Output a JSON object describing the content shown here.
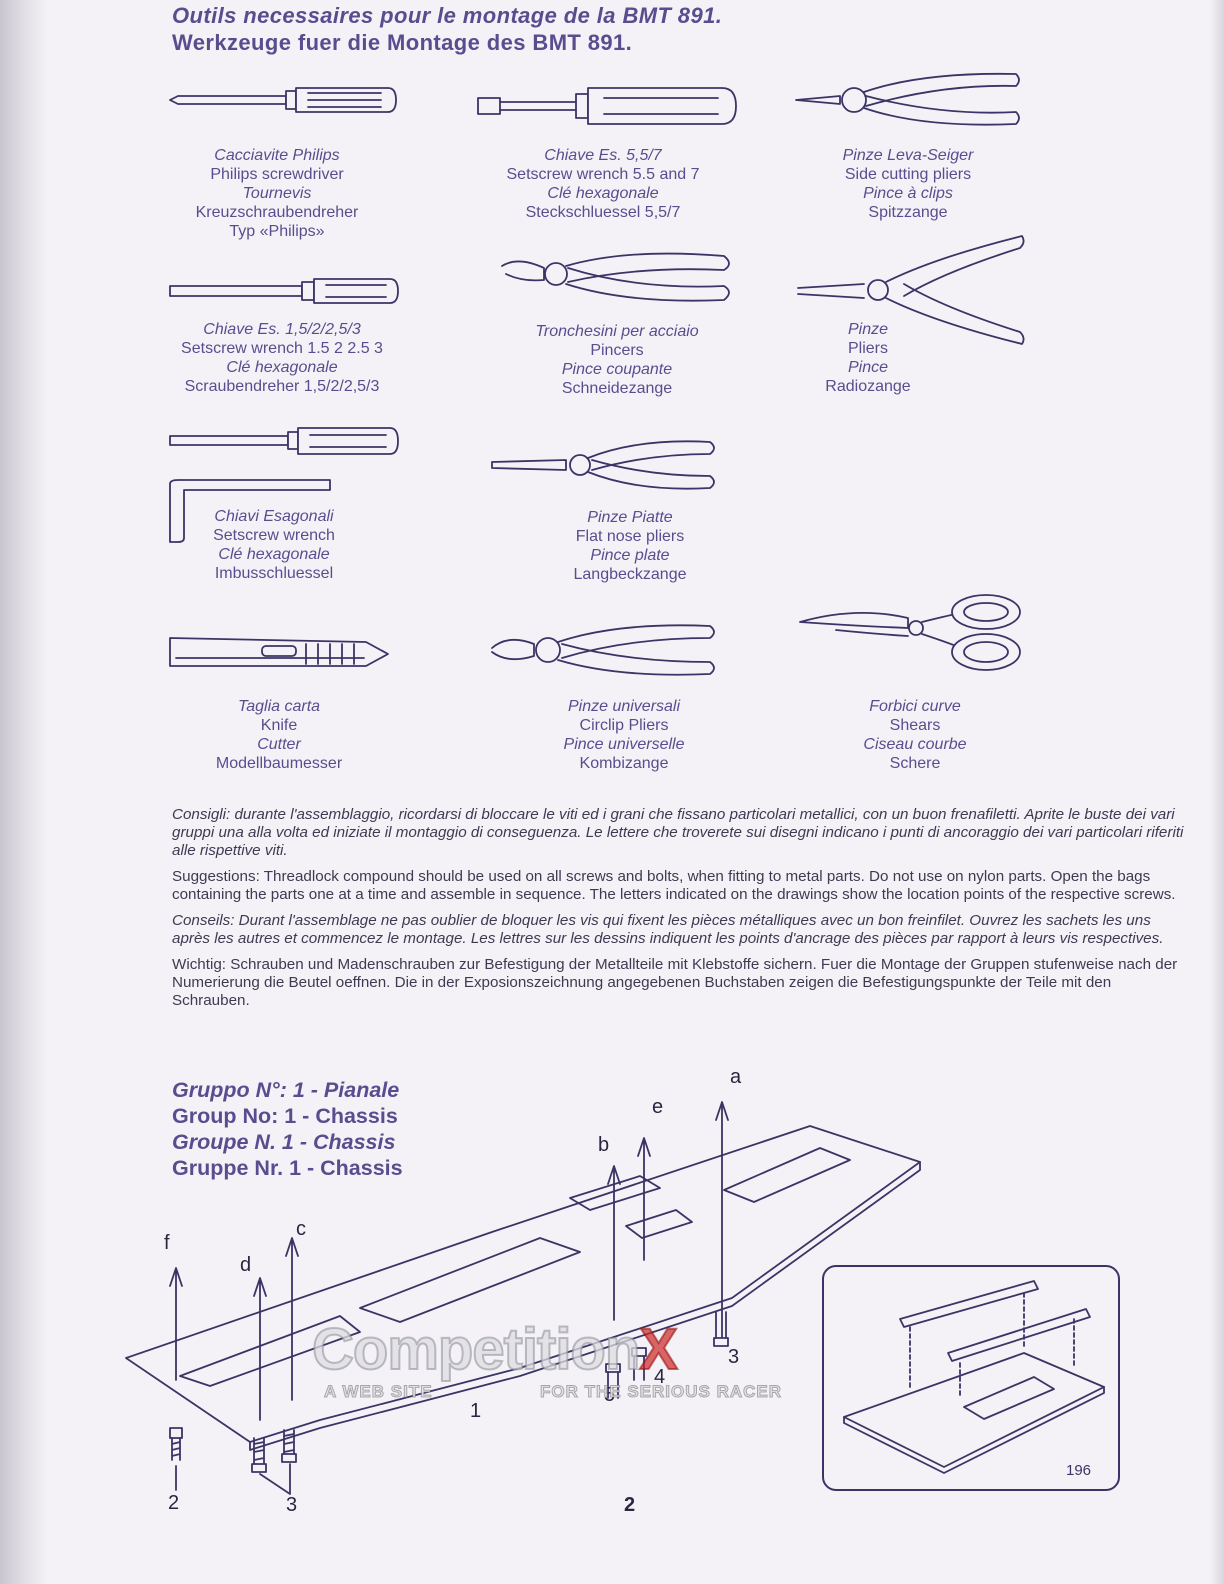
{
  "header": {
    "line1": "Outils necessaires pour le montage de la BMT 891.",
    "line2": "Werkzeuge fuer die Montage des BMT 891."
  },
  "tools": [
    {
      "it": "Cacciavite Philips",
      "en": "Philips screwdriver",
      "fr": "Tournevis",
      "de": "Kreuzschraubendreher",
      "de2": "Typ «Philips»"
    },
    {
      "it": "Chiave Es. 5,5/7",
      "en": "Setscrew wrench 5.5 and 7",
      "fr": "Clé hexagonale",
      "de": "Steckschluessel 5,5/7"
    },
    {
      "it": "Pinze Leva-Seiger",
      "en": "Side cutting pliers",
      "fr": "Pince à clips",
      "de": "Spitzzange"
    },
    {
      "it": "Chiave Es. 1,5/2/2,5/3",
      "en": "Setscrew wrench 1.5 2 2.5 3",
      "fr": "Clé hexagonale",
      "de": "Scraubendreher 1,5/2/2,5/3"
    },
    {
      "it": "Tronchesini per acciaio",
      "en": "Pincers",
      "fr": "Pince coupante",
      "de": "Schneidezange"
    },
    {
      "it": "Pinze",
      "en": "Pliers",
      "fr": "Pince",
      "de": "Radiozange"
    },
    {
      "it": "Chiavi Esagonali",
      "en": "Setscrew wrench",
      "fr": "Clé hexagonale",
      "de": "Imbusschluessel"
    },
    {
      "it": "Pinze Piatte",
      "en": "Flat nose pliers",
      "fr": "Pince plate",
      "de": "Langbeckzange"
    },
    {
      "it": "Taglia carta",
      "en": "Knife",
      "fr": "Cutter",
      "de": "Modellbaumesser"
    },
    {
      "it": "Pinze universali",
      "en": "Circlip Pliers",
      "fr": "Pince universelle",
      "de": "Kombizange"
    },
    {
      "it": "Forbici curve",
      "en": "Shears",
      "fr": "Ciseau courbe",
      "de": "Schere"
    }
  ],
  "notes": {
    "it": "Consigli: durante l'assemblaggio, ricordarsi di bloccare le viti ed i grani che fissano particolari metallici, con un buon frenafiletti. Aprite le buste dei vari gruppi una alla volta ed iniziate il montaggio di conseguenza. Le lettere che troverete sui disegni indicano i punti di ancoraggio dei vari particolari riferiti alle rispettive viti.",
    "en": "Suggestions: Threadlock compound should be used on all screws and bolts, when fitting to metal parts. Do not use on nylon parts. Open the bags containing the parts one at a time and assemble in sequence. The letters indicated on the drawings show the location points of the respective screws.",
    "fr": "Conseils: Durant l'assemblage ne pas oublier de bloquer les vis qui fixent les pièces métalliques avec un bon freinfilet. Ouvrez les sachets les uns après les autres et commencez le montage. Les lettres sur les dessins indiquent les points d'ancrage des pièces par rapport à leurs vis respectives.",
    "de": "Wichtig: Schrauben und Madenschrauben zur Befestigung der Metallteile mit Klebstoffe sichern. Fuer die Montage der Gruppen stufenweise nach der Numerierung die Beutel oeffnen. Die in der Exposionszeichnung angegebenen Buchstaben zeigen die Befestigungspunkte der Teile mit den Schrauben."
  },
  "group": {
    "it": "Gruppo N°: 1 - Pianale",
    "en": "Group No: 1 - Chassis",
    "fr": "Groupe N. 1 - Chassis",
    "de": "Gruppe Nr. 1 - Chassis"
  },
  "diagram": {
    "labels": {
      "a": "a",
      "b": "b",
      "c": "c",
      "d": "d",
      "e": "e",
      "f": "f",
      "n1": "1",
      "n2": "2",
      "n3a": "3",
      "n3b": "3",
      "n4": "4",
      "n5": "5"
    },
    "inset_number": "196"
  },
  "watermark": {
    "main": "Competition",
    "x": "X",
    "sub1": "A WEB SITE",
    "sub2": "FOR THE SERIOUS RACER"
  },
  "page_number": "2",
  "colors": {
    "ink": "#5a4d8f",
    "line_art": "#3b3466",
    "paper": "#f4f2f6"
  }
}
